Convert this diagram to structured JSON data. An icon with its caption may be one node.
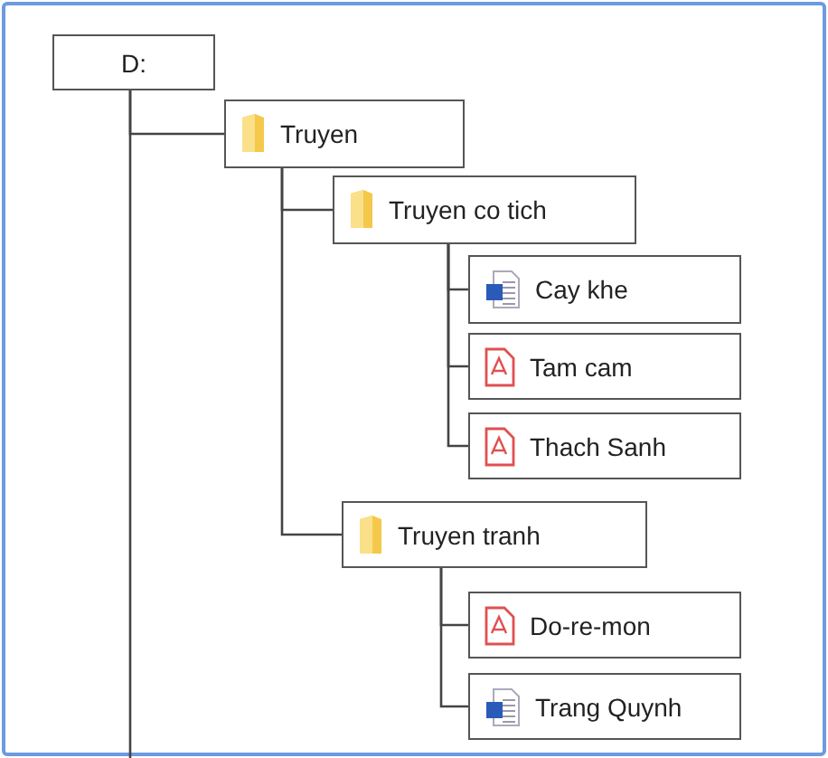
{
  "diagram": {
    "nodes": [
      {
        "text": [
          "D:"
        ]
      },
      {
        "text": [
          "Truyen"
        ]
      },
      {
        "text": [
          "Truyen co tich"
        ]
      },
      {
        "text": [
          "Cay khe"
        ]
      },
      {
        "text": [
          "Tam cam"
        ]
      },
      {
        "text": [
          "Thach Sanh"
        ]
      },
      {
        "text": [
          "Truyen tranh"
        ]
      },
      {
        "text": [
          "Do-re-mon"
        ]
      },
      {
        "text": [
          "Trang Quynh"
        ]
      }
    ],
    "edges": [
      {
        "from": 0,
        "to": 1,
        "arrow": "none"
      },
      {
        "from": 0,
        "to": null,
        "arrow": "none"
      },
      {
        "from": 1,
        "to": 2,
        "arrow": "none"
      },
      {
        "from": 1,
        "to": 6,
        "arrow": "none"
      },
      {
        "from": 2,
        "to": 3,
        "arrow": "none"
      },
      {
        "from": 2,
        "to": 4,
        "arrow": "none"
      },
      {
        "from": 2,
        "to": 5,
        "arrow": "none"
      },
      {
        "from": 6,
        "to": 7,
        "arrow": "none"
      },
      {
        "from": 6,
        "to": 8,
        "arrow": "none"
      }
    ]
  }
}
